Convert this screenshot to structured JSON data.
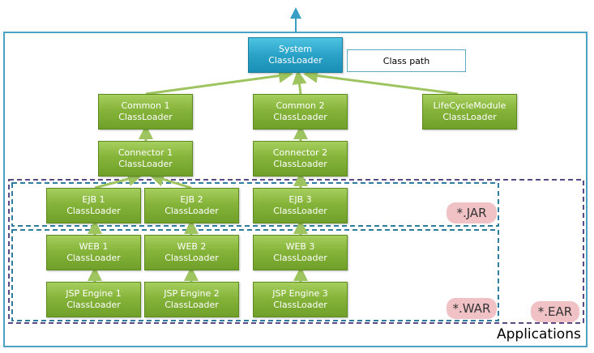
{
  "nodes": {
    "system": [
      "System",
      "ClassLoader"
    ],
    "common1": [
      "Common 1",
      "ClassLoader"
    ],
    "common2": [
      "Common 2",
      "ClassLoader"
    ],
    "lifecycle": [
      "LifeCycleModule",
      "ClassLoader"
    ],
    "connector1": [
      "Connector 1",
      "ClassLoader"
    ],
    "connector2": [
      "Connector 2",
      "ClassLoader"
    ],
    "ejb1": [
      "EJB 1",
      "ClassLoader"
    ],
    "ejb2": [
      "EJB 2",
      "ClassLoader"
    ],
    "ejb3": [
      "EJB 3",
      "ClassLoader"
    ],
    "web1": [
      "WEB 1",
      "ClassLoader"
    ],
    "web2": [
      "WEB 2",
      "ClassLoader"
    ],
    "web3": [
      "WEB 3",
      "ClassLoader"
    ],
    "jsp1": [
      "JSP Engine 1",
      "ClassLoader"
    ],
    "jsp2": [
      "JSP Engine  2",
      "ClassLoader"
    ],
    "jsp3": [
      "JSP Engine 3",
      "ClassLoader"
    ]
  },
  "classpath": "Class path",
  "tags": {
    "jar": "*.JAR",
    "war": "*.WAR",
    "ear": "*.EAR"
  },
  "applications": "Applications",
  "colors": {
    "container_border": "#4aa3c3",
    "node_green": "#86b43a",
    "node_blue": "#2aa2c8",
    "arrow_green": "#9dc45f",
    "arrow_blue": "#3a9fc4",
    "ear_dash": "#5b4a86",
    "jar_war_dash": "#2e7d9e",
    "tag_pink": "#f0c2c6"
  }
}
